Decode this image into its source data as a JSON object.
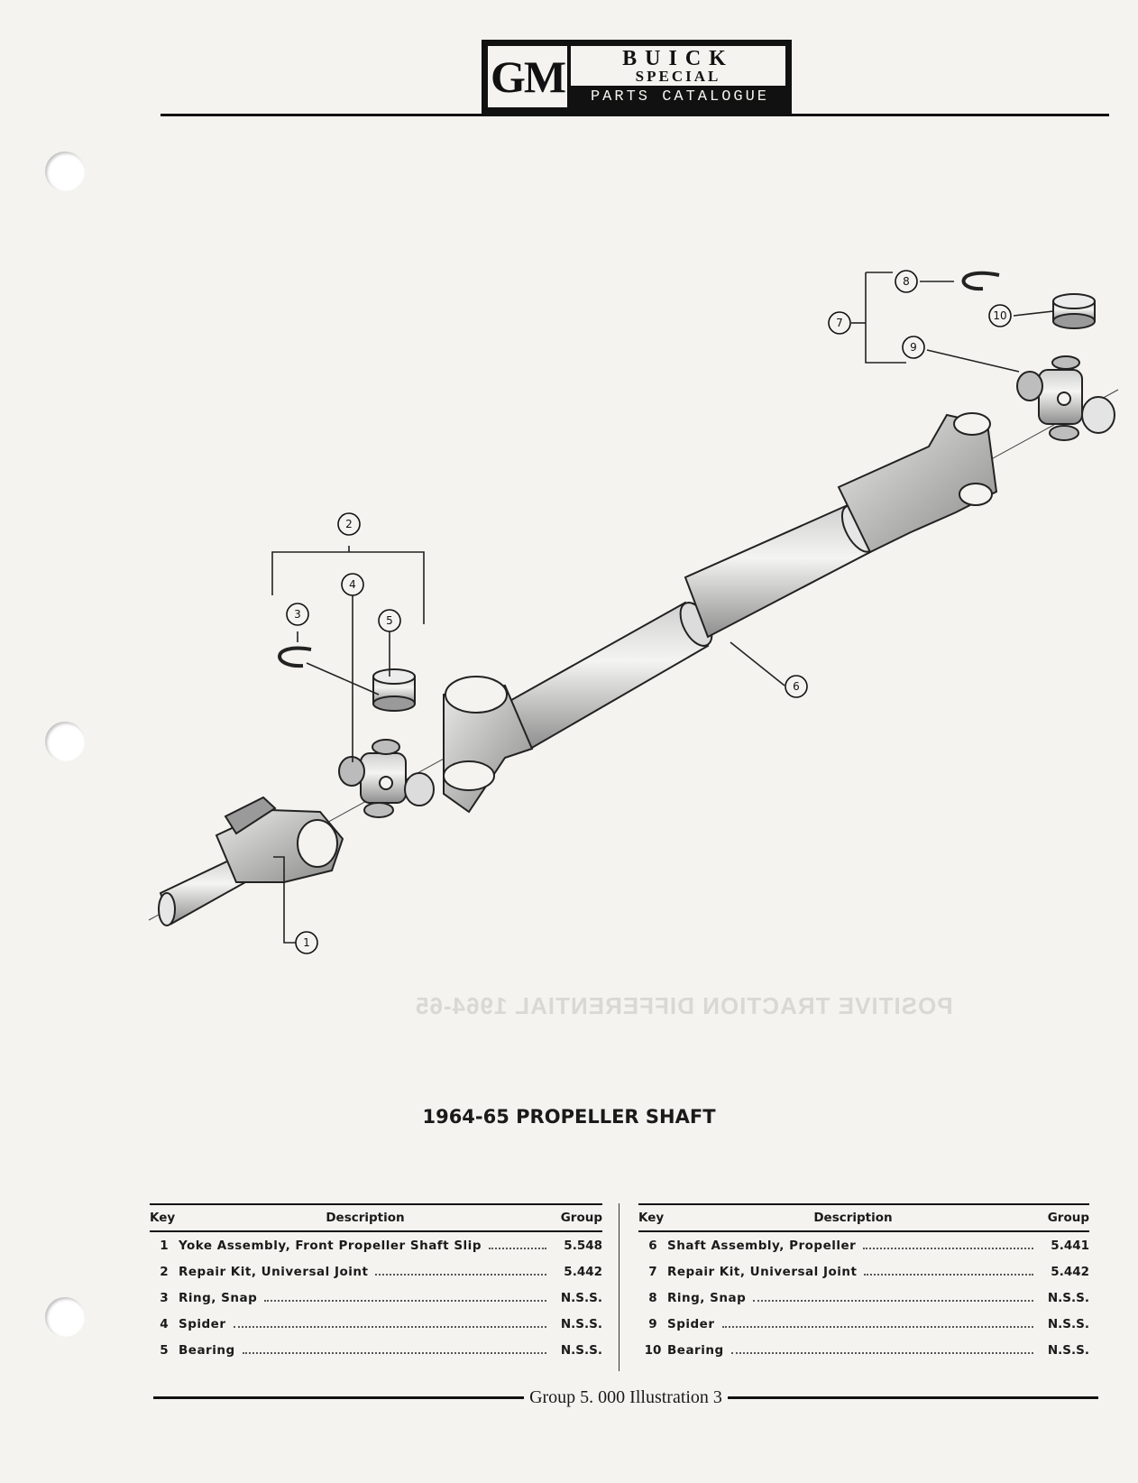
{
  "header": {
    "logo_brand": "GM",
    "logo_line1": "BUICK",
    "logo_line2": "SPECIAL",
    "logo_line3": "PARTS CATALOGUE"
  },
  "diagram": {
    "callouts": [
      "1",
      "2",
      "3",
      "4",
      "5",
      "6",
      "7",
      "8",
      "9",
      "10"
    ],
    "ghost_text": "POSITIVE TRACTION DIFFERENTIAL 1964-65"
  },
  "table": {
    "title": "1964-65 PROPELLER SHAFT",
    "headers": {
      "key": "Key",
      "description": "Description",
      "group": "Group"
    },
    "left": [
      {
        "key": "1",
        "description": "Yoke Assembly, Front Propeller Shaft Slip",
        "group": "5.548"
      },
      {
        "key": "2",
        "description": "Repair Kit, Universal Joint",
        "group": "5.442"
      },
      {
        "key": "3",
        "description": "Ring, Snap",
        "group": "N.S.S."
      },
      {
        "key": "4",
        "description": "Spider",
        "group": "N.S.S."
      },
      {
        "key": "5",
        "description": "Bearing",
        "group": "N.S.S."
      }
    ],
    "right": [
      {
        "key": "6",
        "description": "Shaft Assembly, Propeller",
        "group": "5.441"
      },
      {
        "key": "7",
        "description": "Repair Kit, Universal Joint",
        "group": "5.442"
      },
      {
        "key": "8",
        "description": "Ring, Snap",
        "group": "N.S.S."
      },
      {
        "key": "9",
        "description": "Spider",
        "group": "N.S.S."
      },
      {
        "key": "10",
        "description": "Bearing",
        "group": "N.S.S."
      }
    ]
  },
  "footer": {
    "caption": "Group 5. 000  Illustration 3"
  }
}
